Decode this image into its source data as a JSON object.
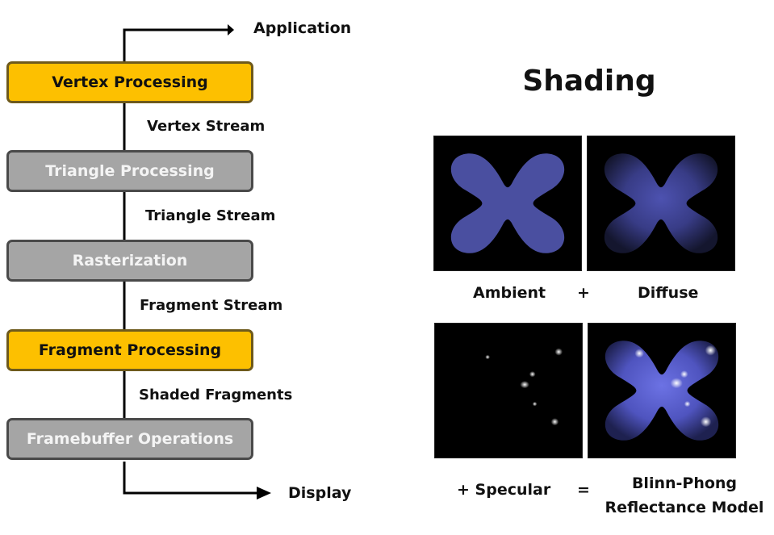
{
  "pipeline": {
    "input_label": "Application",
    "output_label": "Display",
    "stages": [
      {
        "label": "Vertex Processing",
        "highlighted": true
      },
      {
        "label": "Triangle Processing",
        "highlighted": false
      },
      {
        "label": "Rasterization",
        "highlighted": false
      },
      {
        "label": "Fragment Processing",
        "highlighted": true
      },
      {
        "label": "Framebuffer Operations",
        "highlighted": false
      }
    ],
    "streams": [
      "Vertex Stream",
      "Triangle Stream",
      "Fragment Stream",
      "Shaded Fragments"
    ]
  },
  "shading": {
    "title": "Shading",
    "ambient_label": "Ambient",
    "plus_label": "+",
    "diffuse_label": "Diffuse",
    "specular_label": "+ Specular",
    "equals_label": "=",
    "result_label_line1": "Blinn-Phong",
    "result_label_line2": "Reflectance Model"
  },
  "colors": {
    "highlight": "#fdc000",
    "inactive": "#a5a5a5",
    "shape": "#4a4fa0",
    "panel_bg": "#000000"
  }
}
